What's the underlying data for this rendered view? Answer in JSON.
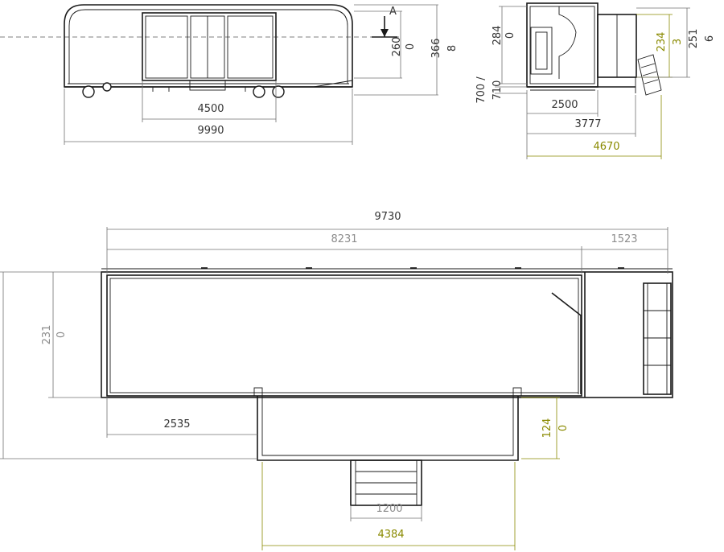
{
  "section_marker": "A",
  "colors": {
    "dimension": "#707070",
    "highlight_dimension": "#8a8a00",
    "outline": "#1a1a1a",
    "background": "#ffffff"
  },
  "side_view": {
    "length_total": "9990",
    "door_section": "4500",
    "body_height_line1": "260",
    "body_height_line2": "0",
    "total_height_line1": "366",
    "total_height_line2": "8"
  },
  "end_view": {
    "height_line1": "284",
    "height_line2": "0",
    "floor_line1": "700 /",
    "floor_line2": "710",
    "width_body": "2500",
    "width_overall": "3777",
    "width_with_stairs": "4670",
    "ext_height_line1": "234",
    "ext_height_line2": "3",
    "overall_height_line1": "251",
    "overall_height_line2": "6"
  },
  "plan_view": {
    "total_length": "9730",
    "main_length": "8231",
    "rear_length": "1523",
    "width_line1": "231",
    "width_line2": "0",
    "offset_left": "2535",
    "extension_depth_line1": "124",
    "extension_depth_line2": "0",
    "stair_width": "1200",
    "extension_width": "4384"
  }
}
